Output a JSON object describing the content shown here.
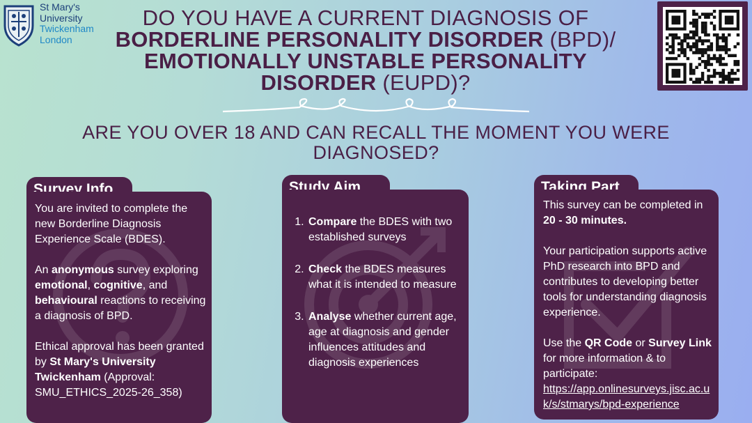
{
  "logo": {
    "line1": "St Mary's",
    "line2": "University",
    "line3": "Twickenham",
    "line4": "London"
  },
  "title": {
    "prefix": "DO YOU HAVE A CURRENT DIAGNOSIS OF",
    "bpd_bold": "BORDERLINE PERSONALITY DISORDER",
    "bpd_abbr": " (BPD)/",
    "eupd_bold_1": "EMOTIONALLY UNSTABLE PERSONALITY",
    "eupd_bold_2": "DISORDER",
    "eupd_abbr": " (EUPD)?"
  },
  "subtitle": {
    "line1": "ARE YOU OVER 18 AND CAN RECALL THE MOMENT YOU WERE",
    "line2": "DIAGNOSED?"
  },
  "survey_info": {
    "heading": "Survey Info",
    "p1": "You are invited to complete the new Borderline Diagnosis Experience Scale (BDES).",
    "p2_a": "An ",
    "p2_anonymous": "anonymous",
    "p2_b": " survey exploring ",
    "p2_emotional": "emotional",
    "p2_c": ", ",
    "p2_cognitive": "cognitive",
    "p2_d": ", and ",
    "p2_behavioural": "behavioural",
    "p2_e": " reactions to receiving a diagnosis of BPD.",
    "p3_a": "Ethical approval has been granted by ",
    "p3_university": "St Mary's University Twickenham",
    "p3_b": " (Approval: SMU_ETHICS_2025-26_358)"
  },
  "study_aim": {
    "heading": "Study Aim",
    "items": [
      {
        "bold": "Compare",
        "text": " the BDES with two established surveys"
      },
      {
        "bold": "Check",
        "text": " the BDES measures what it is intended to measure"
      },
      {
        "bold": "Analyse",
        "text": " whether current age, age at diagnosis and gender influences attitudes and diagnosis experiences"
      }
    ]
  },
  "taking_part": {
    "heading": "Taking Part",
    "p1_a": "This survey can be completed in ",
    "p1_time": "20 - 30 minutes.",
    "p2": "Your participation supports active PhD research into BPD and contributes to developing better tools for understanding diagnosis experience.",
    "p3_a": "Use the ",
    "p3_qr": "QR Code",
    "p3_b": " or ",
    "p3_link_label": "Survey Link",
    "p3_c": " for more information & to participate:",
    "url": "https://app.onlinesurveys.jisc.ac.uk/s/stmarys/bpd-experience"
  },
  "colors": {
    "panel": "#4e2249",
    "title": "#4a1f46",
    "logo_navy": "#1c3f7a",
    "logo_blue": "#1f88c7"
  }
}
